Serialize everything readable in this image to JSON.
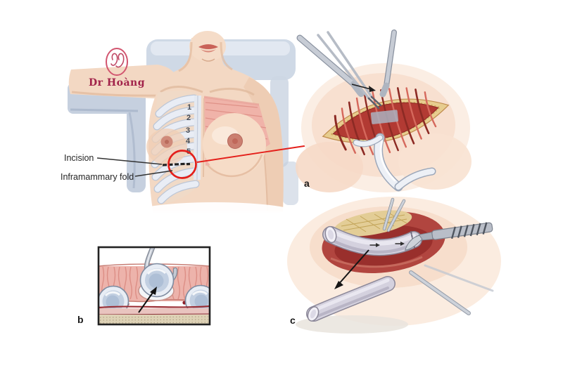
{
  "logo": {
    "text": "Dr Hoàng",
    "color": "#a1234a"
  },
  "anatomy_labels": {
    "incision": "Incision",
    "inframammary_fold": "Inframammary fold"
  },
  "rib_numbers": [
    "1",
    "2",
    "3",
    "4",
    "5"
  ],
  "panel_labels": {
    "a": "a",
    "b": "b",
    "c": "c"
  },
  "colors": {
    "accent_red": "#e41f1a",
    "label_text": "#262626",
    "skin": "#f3d8c3",
    "skin_shadow": "#e6bfa6",
    "pillow_gray": "#cfd9e6",
    "rib_pale": "#e9edf5",
    "muscle_pink": "#f0b3a9",
    "wound_muscle_red": "#b23a33",
    "fat_yellow": "#e7cd8f",
    "cartilage_blue": "#c2cfe1",
    "cartilage_tube": "#d4d1de",
    "steel": "#c7ccd5",
    "arrow_black": "#1a1a1a"
  }
}
